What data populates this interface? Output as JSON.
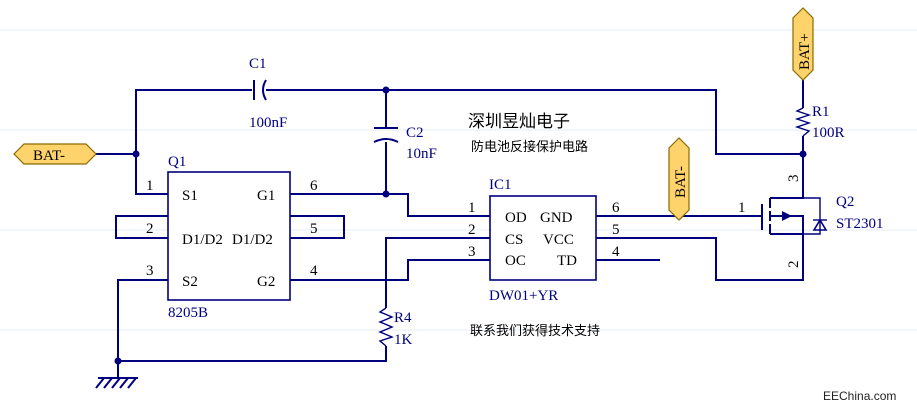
{
  "ports": {
    "bat_minus_left": "BAT-",
    "bat_minus_mid": "BAT-",
    "bat_plus": "BAT+"
  },
  "components": {
    "c1": {
      "ref": "C1",
      "value": "100nF"
    },
    "c2": {
      "ref": "C2",
      "value": "10nF"
    },
    "r1": {
      "ref": "R1",
      "value": "100R"
    },
    "r4": {
      "ref": "R4",
      "value": "1K"
    },
    "q1": {
      "ref": "Q1",
      "part": "8205B",
      "pins": {
        "s1": "S1",
        "g1": "G1",
        "d1": "D1/D2",
        "d2": "D1/D2",
        "s2": "S2",
        "g2": "G2"
      },
      "numbers": {
        "p1": "1",
        "p2": "2",
        "p3": "3",
        "p4": "4",
        "p5": "5",
        "p6": "6"
      }
    },
    "ic1": {
      "ref": "IC1",
      "part": "DW01+YR",
      "pins": {
        "od": "OD",
        "gnd": "GND",
        "cs": "CS",
        "vcc": "VCC",
        "oc": "OC",
        "td": "TD"
      },
      "numbers": {
        "p1": "1",
        "p2": "2",
        "p3": "3",
        "p4": "4",
        "p5": "5",
        "p6": "6"
      }
    },
    "q2": {
      "ref": "Q2",
      "part": "ST2301",
      "numbers": {
        "gate": "1",
        "source": "2",
        "drain": "3"
      }
    }
  },
  "notes": {
    "company": "深圳昱灿电子",
    "title": "防电池反接保护电路",
    "contact": "联系我们获得技术支持"
  },
  "watermark": "EEChina.com",
  "colors": {
    "wire": "#00007f",
    "port_fill": "#ffd36b",
    "background": "#ffffff"
  }
}
